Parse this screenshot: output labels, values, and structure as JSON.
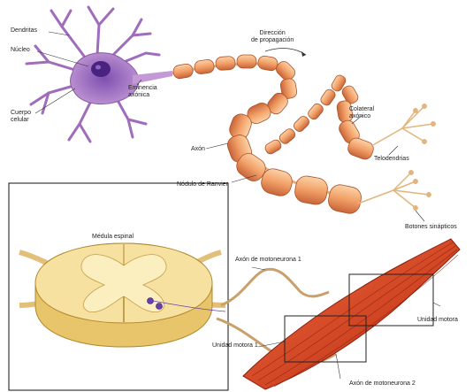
{
  "figure": {
    "neuron": {
      "labels": {
        "dendrites": "Dendritas",
        "nucleus": "Núcleo",
        "cell_body": [
          "Cuerpo",
          "celular"
        ],
        "axon_hillock": [
          "Eminencia",
          "axónica"
        ],
        "propagation": [
          "Dirección",
          "de propagación"
        ],
        "axon": "Axón",
        "ranvier": "Nódulo de Ranvier",
        "collateral": [
          "Colateral",
          "axónico"
        ],
        "telodendria": "Telodendrias",
        "boutons": "Botones sinápticos"
      }
    },
    "spinal": {
      "labels": {
        "spinal_cord": "Médula espinal",
        "motor_axon_1": "Axón de motoneurona 1",
        "motor_unit_1": "Unidad motora 1",
        "motor_unit": "Unidad motora",
        "motor_axon_2": "Axón de motoneurona 2"
      }
    },
    "colors": {
      "neuron_body": "#b07cc8",
      "nucleus": "#5a2d8a",
      "myelin": "#f2a067",
      "myelin_shadow": "#c8653a",
      "spinal_cord": "#f4dc92",
      "gray_matter": "#fbeebf",
      "muscle": "#d8401e",
      "nerve": "#c9a06a"
    }
  }
}
